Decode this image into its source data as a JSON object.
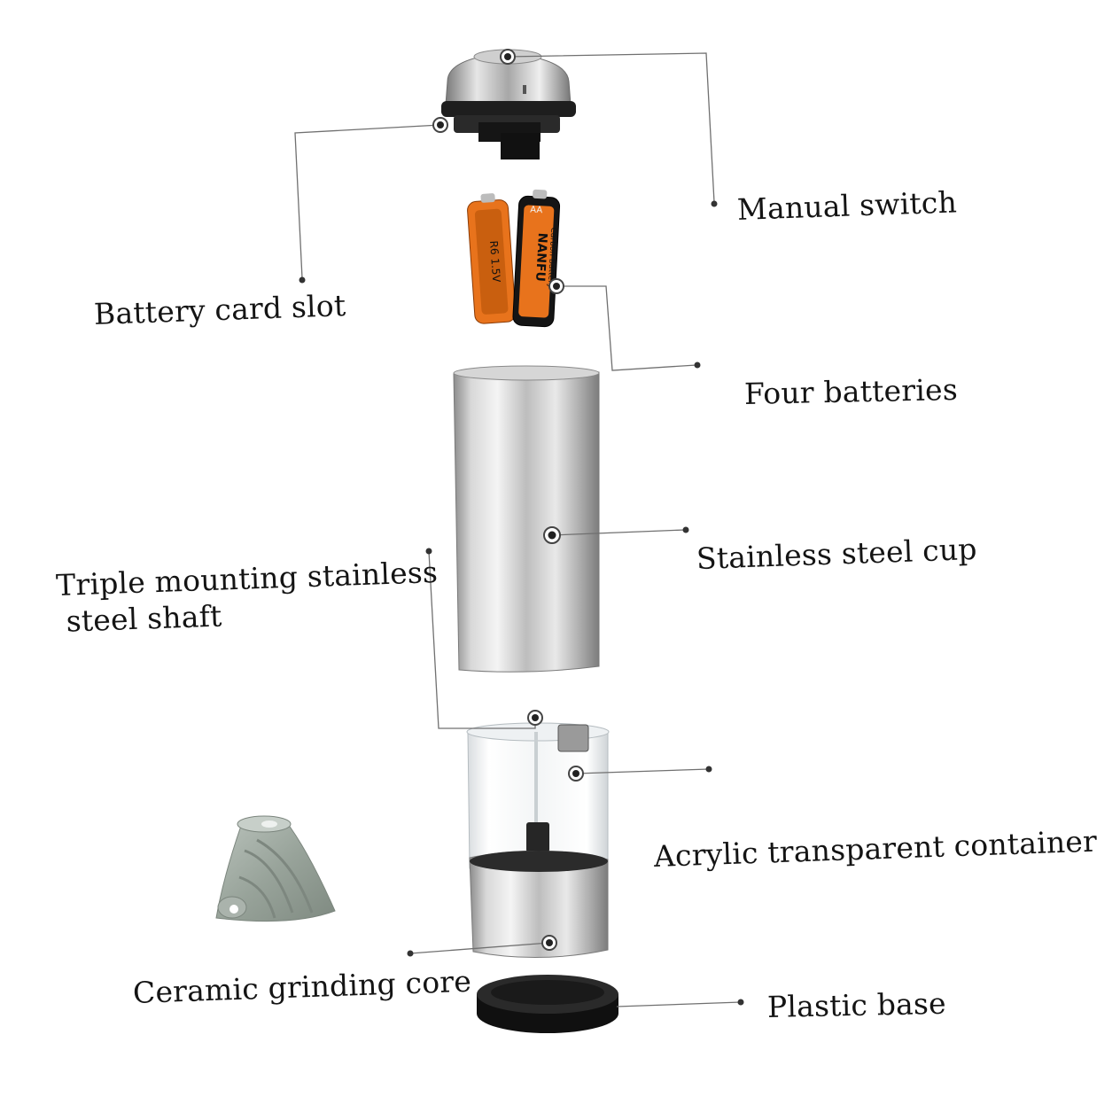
{
  "labels": {
    "manual_switch": "Manual switch",
    "battery_card_slot": "Battery card slot",
    "four_batteries": "Four batteries",
    "stainless_steel_cup": "Stainless steel cup",
    "triple_shaft_line1": "Triple mounting stainless",
    "triple_shaft_line2": "steel shaft",
    "acrylic_container": "Acrylic transparent container",
    "ceramic_core": "Ceramic grinding core",
    "plastic_base": "Plastic base"
  },
  "battery_print": {
    "brand": "NANFU",
    "size": "AA",
    "voltage": "R6 1.5V",
    "type": "Carbon Battery"
  },
  "colors": {
    "steel_light": "#eeeeee",
    "steel_dark": "#8a8a8a",
    "battery_orange": "#e8731c",
    "battery_black": "#151515",
    "base_black": "#101010",
    "ceramic_grey": "#9aa49c",
    "leader_line": "#707070"
  }
}
